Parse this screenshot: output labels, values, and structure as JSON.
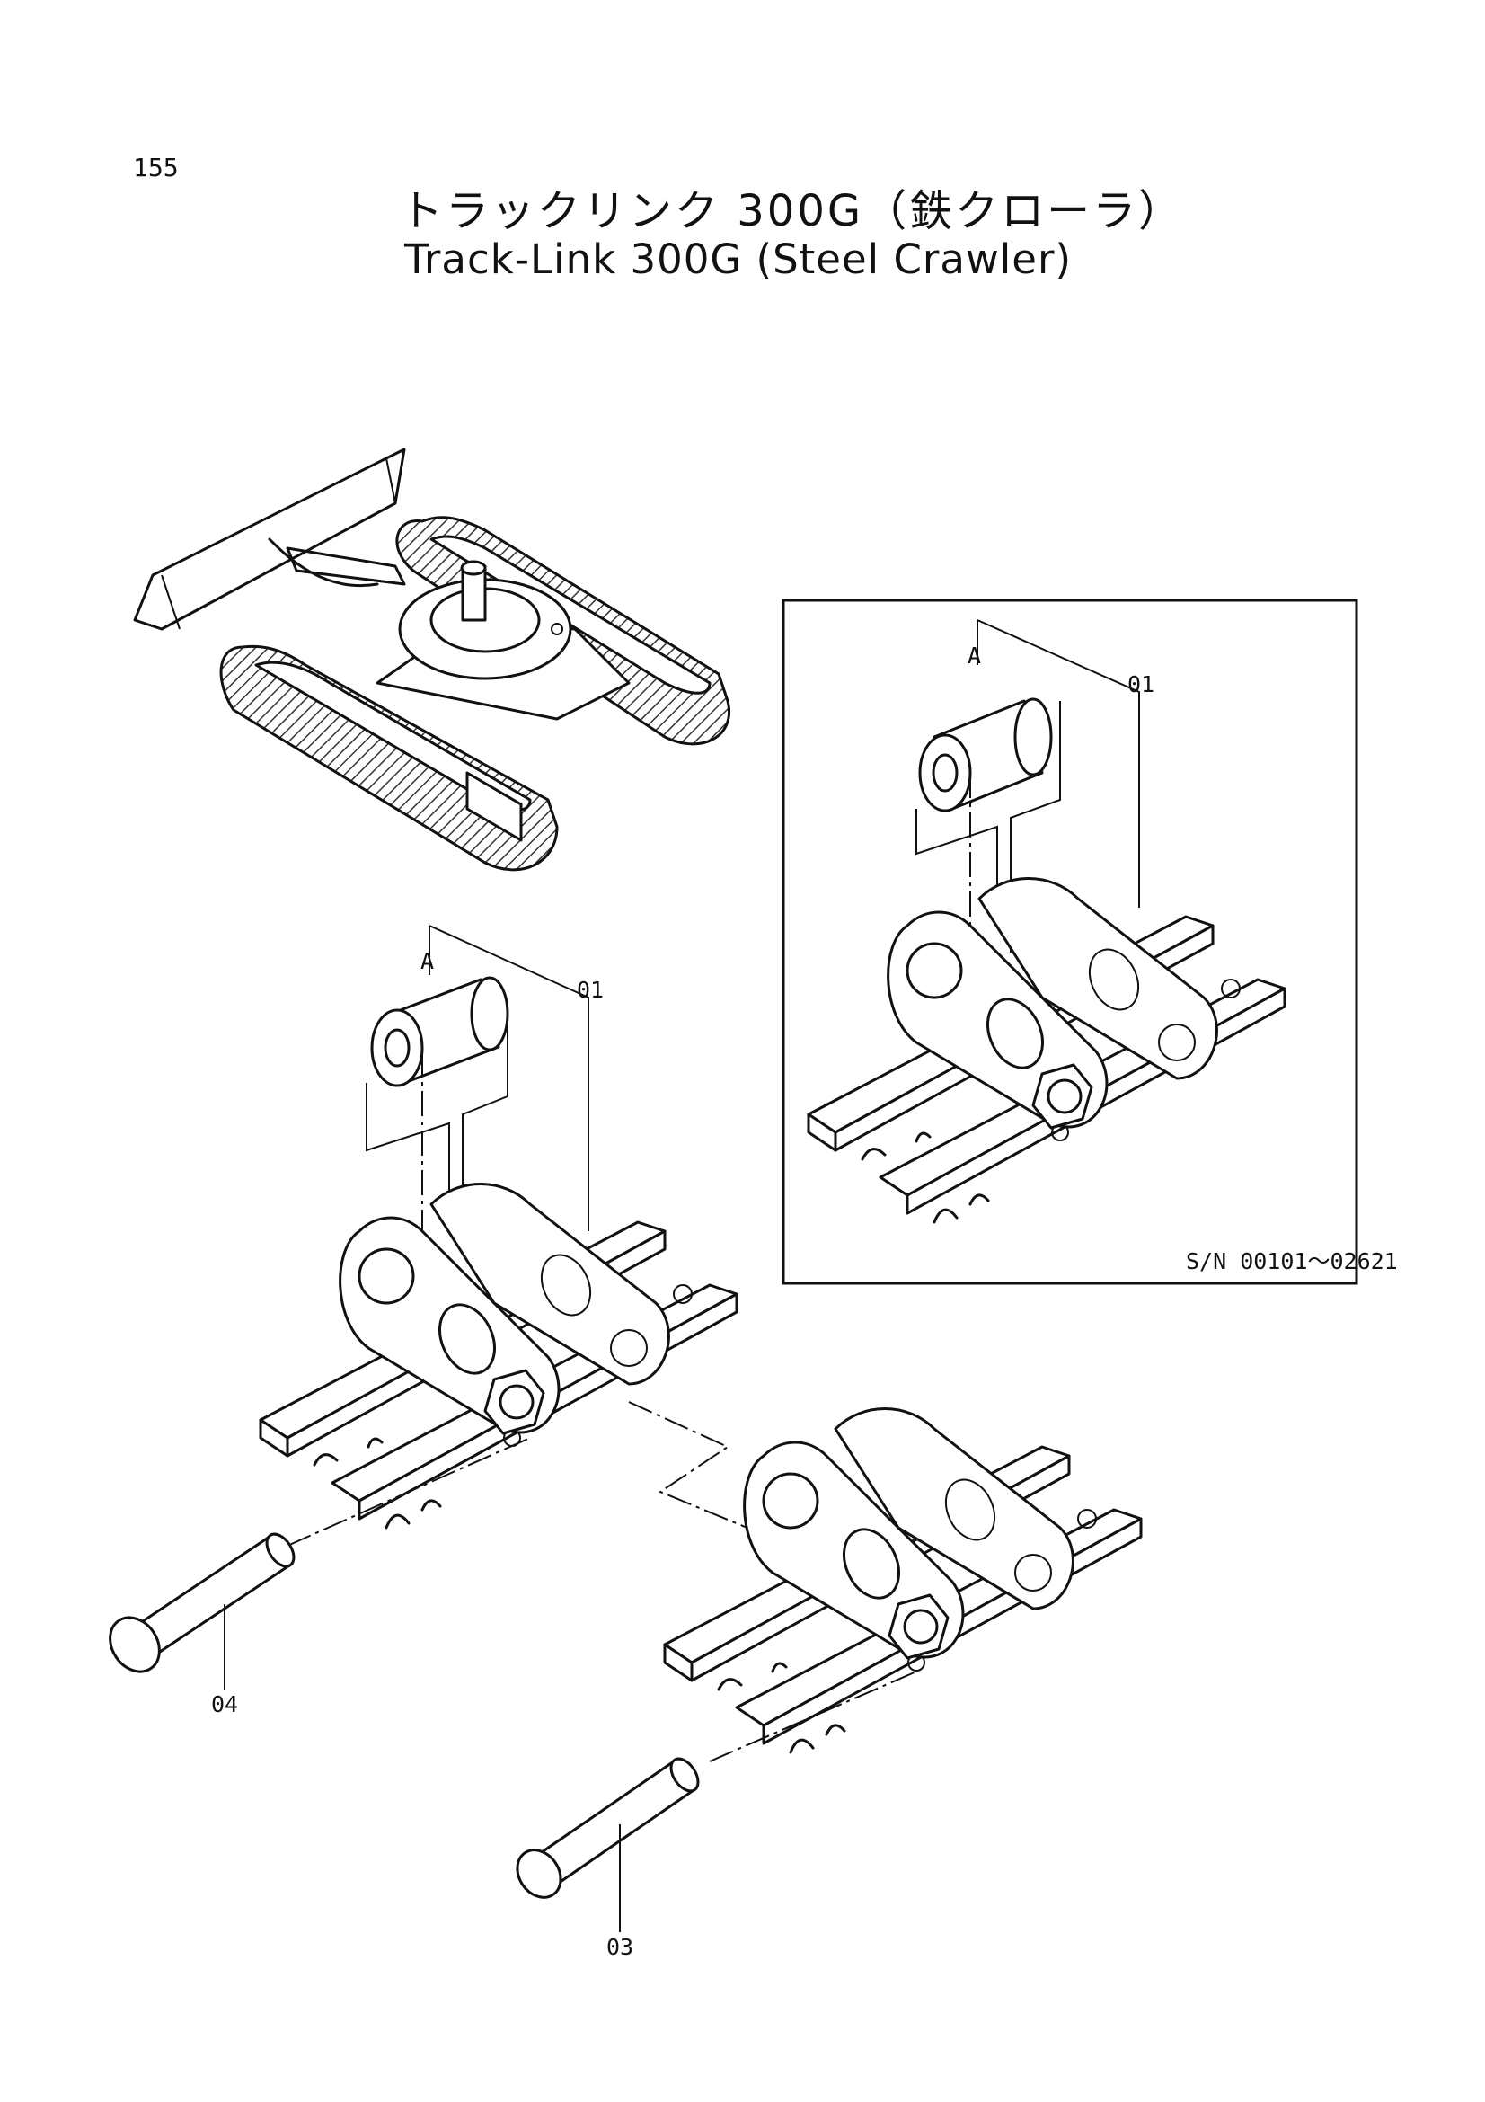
{
  "page_number": "155",
  "title_jp": "トラックリンク 300G（鉄クローラ）",
  "title_en": "Track-Link 300G (Steel Crawler)",
  "inset": {
    "label_a": "A",
    "label_01": "01",
    "serial_note": "S/N 00101～02621"
  },
  "main": {
    "label_a": "A",
    "label_01": "01",
    "label_04": "04",
    "label_03": "03"
  }
}
